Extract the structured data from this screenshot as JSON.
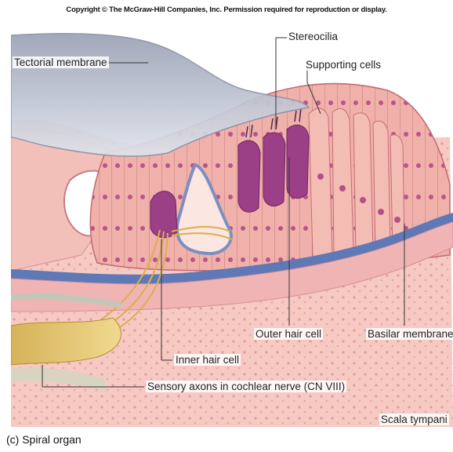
{
  "copyright": "Copyright © The McGraw-Hill Companies, Inc. Permission required for reproduction or display.",
  "labels": {
    "tectorial_membrane": "Tectorial membrane",
    "stereocilia": "Stereocilia",
    "supporting_cells": "Supporting cells",
    "outer_hair_cell": "Outer hair cell",
    "basilar_membrane": "Basilar membrane",
    "inner_hair_cell": "Inner hair cell",
    "sensory_axons": "Sensory axons in cochlear nerve (CN VIII)",
    "scala_tympani": "Scala tympani"
  },
  "caption": "(c) Spiral organ",
  "colors": {
    "tissue": "#f2b8b0",
    "tissue_dark": "#d9858a",
    "hair_cell": "#9b3f86",
    "tectorial": "#b7bccd",
    "basilar": "#5f78b6",
    "nerve": "#d9b04a"
  }
}
